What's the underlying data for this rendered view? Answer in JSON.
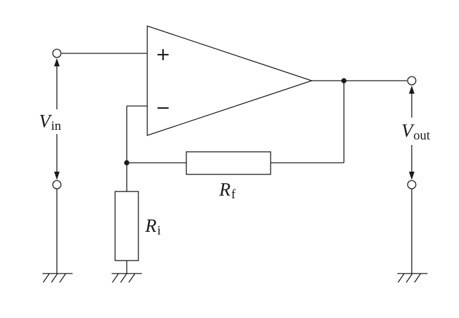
{
  "opamp": {
    "plus_sign": "+",
    "minus_sign": "−"
  },
  "labels": {
    "vin": {
      "main": "V",
      "sub": "in"
    },
    "vout": {
      "main": "V",
      "sub": "out"
    },
    "rf": {
      "main": "R",
      "sub": "f"
    },
    "ri": {
      "main": "R",
      "sub": "i"
    }
  }
}
